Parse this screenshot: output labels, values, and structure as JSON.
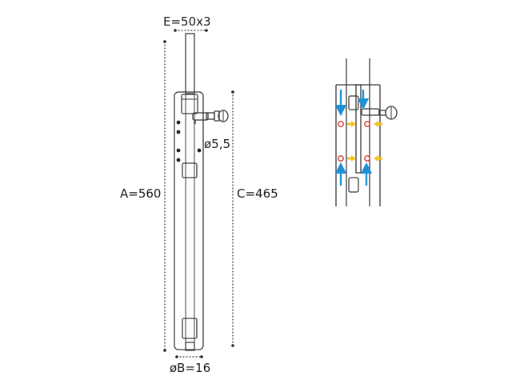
{
  "labels": {
    "e": "E=50x3",
    "a": "A=560",
    "c": "C=465",
    "hole": "ø5,5",
    "b": "øB=16"
  },
  "colors": {
    "line": "#3a3a3a",
    "blue_arrow": "#1e90d6",
    "yellow_arrow": "#f5c518",
    "red_circle": "#e0342c"
  }
}
